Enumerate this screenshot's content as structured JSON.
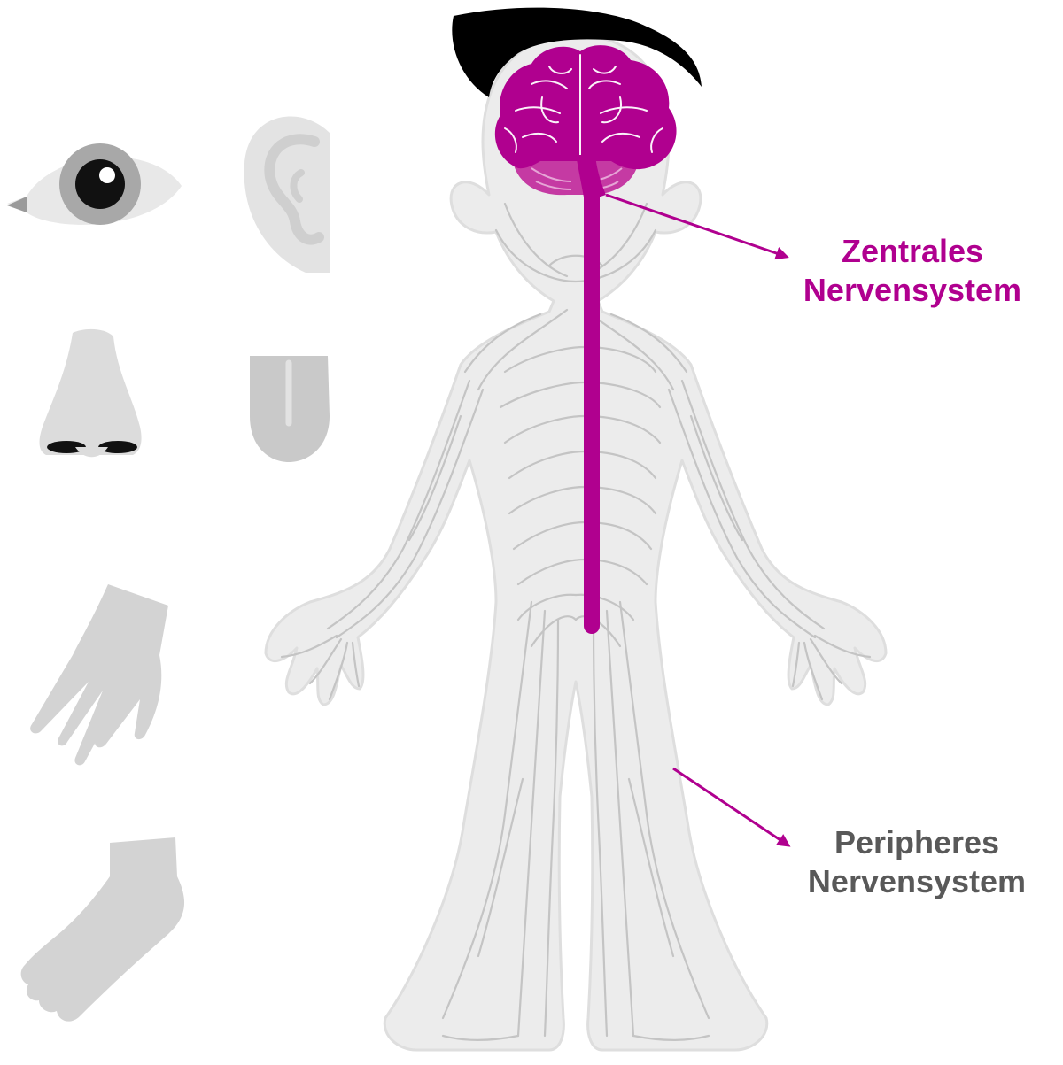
{
  "colors": {
    "cns": "#b0008f",
    "pns_text": "#595959",
    "body": "#ececec",
    "body_outline": "#dedede",
    "nerve": "#c4c4c4",
    "organ": "#cfcfcf",
    "hair": "#000000"
  },
  "labels": {
    "cns": {
      "line1": "Zentrales",
      "line2": "Nervensystem"
    },
    "pns": {
      "line1": "Peripheres",
      "line2": "Nervensystem"
    }
  },
  "icons": [
    "eye-icon",
    "ear-icon",
    "nose-icon",
    "tongue-icon",
    "hand-icon",
    "foot-icon"
  ]
}
